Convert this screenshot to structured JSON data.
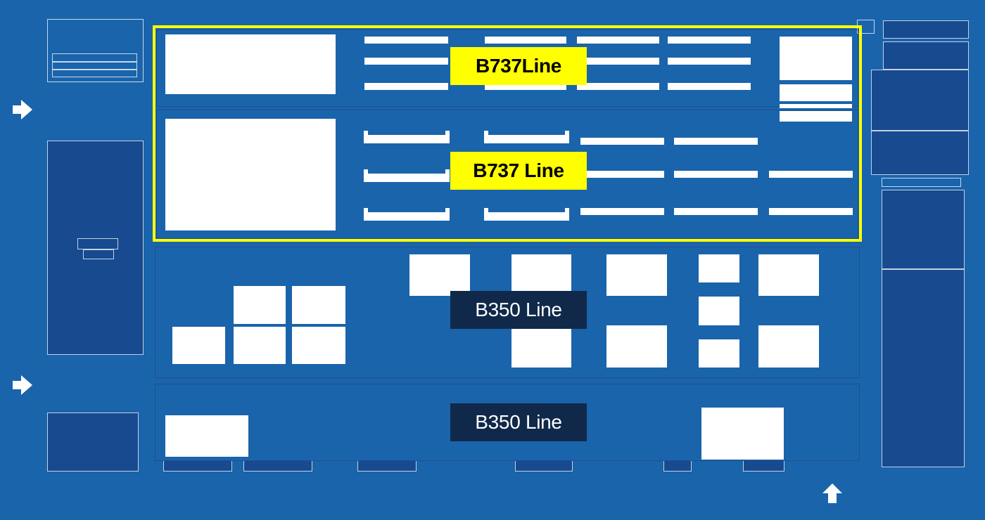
{
  "colors": {
    "background": "#1a64ab",
    "zone_dark": "#174a8f",
    "highlight": "#ffff00",
    "label_navy": "#10294a",
    "equipment": "#ffffff"
  },
  "zones": {
    "b737_upper": {
      "label": "B737Line",
      "style": "yellow",
      "highlighted": true
    },
    "b737_lower": {
      "label": "B737 Line",
      "style": "yellow",
      "highlighted": true
    },
    "b350_upper": {
      "label": "B350 Line",
      "style": "navy"
    },
    "b350_lower": {
      "label": "B350 Line",
      "style": "navy"
    }
  },
  "icons": {
    "entry_arrow_top": "arrow-right-icon",
    "entry_arrow_bottom": "arrow-right-icon",
    "exit_arrow": "arrow-up-icon"
  }
}
